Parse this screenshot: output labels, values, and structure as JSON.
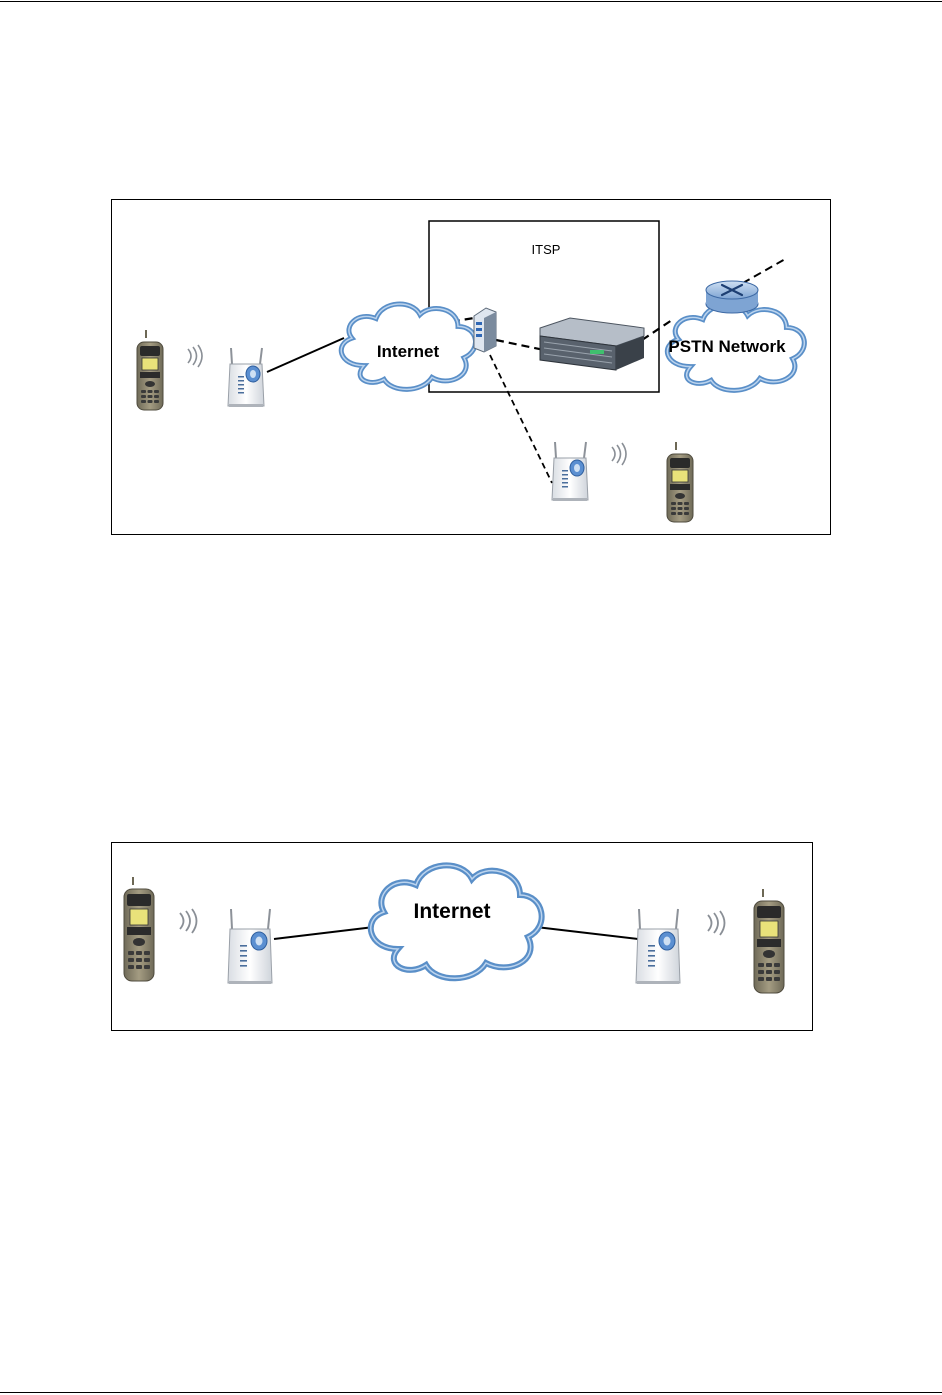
{
  "figures": {
    "itsp": {
      "itsp_label": "ITSP",
      "internet_label": "Internet",
      "pstn_label": "PSTN Network"
    },
    "p2p": {
      "internet_label": "Internet"
    }
  },
  "colors": {
    "cloud_fill": "#ffffff",
    "cloud_stroke": "#5a8fc8",
    "router_fill": "#a9c8ea",
    "server_dark": "#4c5560",
    "device_white": "#f2f4f7",
    "device_accent": "#5b8fd1",
    "phone_body": "#8d8670",
    "phone_screen": "#e9e27a",
    "line": "#000000"
  },
  "icons": {
    "wireless_phone": "wireless-phone-icon",
    "access_point": "access-point-icon",
    "wifi_waves": "wifi-waves-icon",
    "cloud": "cloud-icon",
    "sip_server": "server-tower-icon",
    "rack_server": "rack-server-icon",
    "router": "router-icon"
  }
}
